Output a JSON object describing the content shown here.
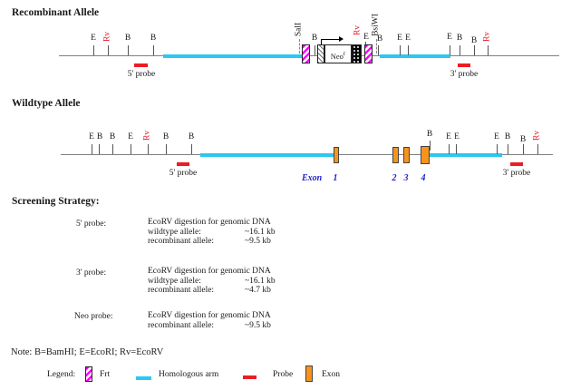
{
  "colors": {
    "arm": "#2CC7F2",
    "probe": "#ED1C24",
    "exon": "#F7941D",
    "frt": "#FF00FF",
    "rv": "#E81123",
    "backbone": "#808080",
    "exon_label": "#2222CC"
  },
  "recombinant": {
    "title": "Recombinant Allele",
    "sites": [
      "E",
      "Rv",
      "B",
      "B",
      "SalI",
      "B",
      "Rv",
      "E",
      "BsiWI",
      "B",
      "E",
      "E",
      "E",
      "B",
      "B",
      "Rv"
    ],
    "neo": {
      "name": "Neo",
      "sup": "r"
    },
    "probe5_label": "5' probe",
    "probe3_label": "3' probe"
  },
  "wildtype": {
    "title": "Wildtype Allele",
    "sites": [
      "E",
      "B",
      "B",
      "E",
      "Rv",
      "B",
      "B",
      "B",
      "E",
      "E",
      "E",
      "B",
      "B",
      "Rv"
    ],
    "probe5_label": "5' probe",
    "probe3_label": "3' probe",
    "exon_word": "Exon",
    "exon_numbers": [
      "1",
      "2",
      "3",
      "4"
    ]
  },
  "screening": {
    "title": "Screening Strategy:",
    "blocks": [
      {
        "probe": "5' probe:",
        "digestion": "EcoRV digestion for genomic DNA",
        "rows": [
          {
            "name": "wildtype allele:",
            "value": "~16.1 kb"
          },
          {
            "name": "recombinant allele:",
            "value": "~9.5 kb"
          }
        ]
      },
      {
        "probe": "3' probe:",
        "digestion": "EcoRV digestion for genomic DNA",
        "rows": [
          {
            "name": "wildtype allele:",
            "value": "~16.1 kb"
          },
          {
            "name": "recombinant allele:",
            "value": "~4.7 kb"
          }
        ]
      },
      {
        "probe": "Neo probe:",
        "digestion": "EcoRV digestion for genomic DNA",
        "rows": [
          {
            "name": "recombinant allele:",
            "value": "~9.5 kb"
          }
        ]
      }
    ]
  },
  "note": "Note: B=BamHI;  E=EcoRI; Rv=EcoRV",
  "legend": {
    "title": "Legend:",
    "frt": "Frt",
    "arm": "Homologous arm",
    "probe": "Probe",
    "exon": "Exon"
  }
}
